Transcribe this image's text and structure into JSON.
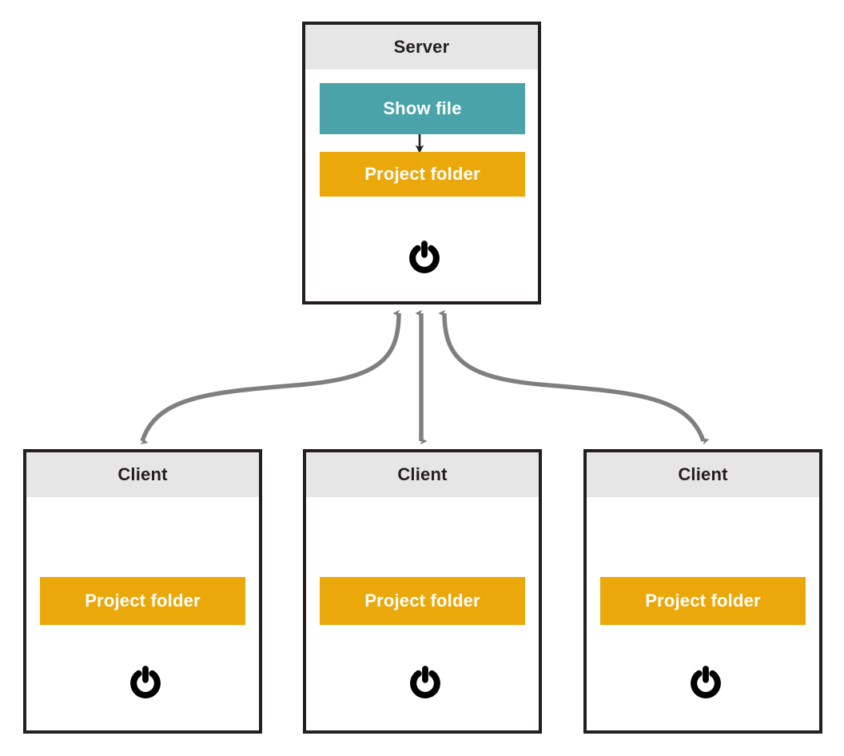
{
  "diagram": {
    "title_implicit": "Client-server project folder synchronisation",
    "colors": {
      "border": "#231f20",
      "header_fill": "#e6e6e6",
      "teal": "#4aa3a8",
      "orange": "#eba80b",
      "connector": "#7f7f7f",
      "inner_arrow": "#231f20",
      "background": "#ffffff",
      "chip_text": "#ffffff",
      "header_text": "#231f20"
    },
    "nodes": [
      {
        "id": "server",
        "header": "Server",
        "chips": [
          {
            "id": "show-file",
            "label": "Show file",
            "color": "teal"
          },
          {
            "id": "project-folder",
            "label": "Project folder",
            "color": "orange"
          }
        ],
        "icon": "power-icon"
      },
      {
        "id": "client-1",
        "header": "Client",
        "chips": [
          {
            "id": "project-folder",
            "label": "Project folder",
            "color": "orange"
          }
        ],
        "icon": "power-icon"
      },
      {
        "id": "client-2",
        "header": "Client",
        "chips": [
          {
            "id": "project-folder",
            "label": "Project folder",
            "color": "orange"
          }
        ],
        "icon": "power-icon"
      },
      {
        "id": "client-3",
        "header": "Client",
        "chips": [
          {
            "id": "project-folder",
            "label": "Project folder",
            "color": "orange"
          }
        ],
        "icon": "power-icon"
      }
    ],
    "connectors": [
      {
        "id": "server-to-client-1",
        "from": "server",
        "to": "client-1",
        "style": "curved",
        "direction": "both"
      },
      {
        "id": "server-to-client-2",
        "from": "server",
        "to": "client-2",
        "style": "straight",
        "direction": "both"
      },
      {
        "id": "server-to-client-3",
        "from": "server",
        "to": "client-3",
        "style": "curved",
        "direction": "both"
      },
      {
        "id": "show-file-to-project-folder",
        "from": "show-file",
        "to": "project-folder",
        "style": "straight",
        "direction": "down"
      }
    ]
  }
}
